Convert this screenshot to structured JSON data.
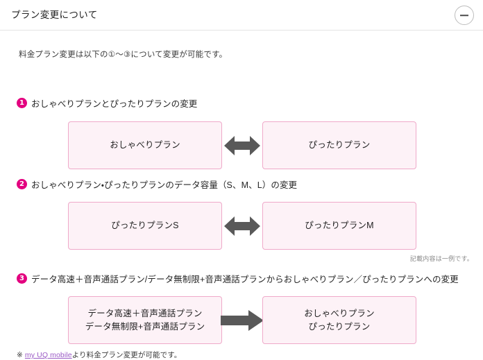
{
  "header": {
    "title": "プラン変更について",
    "toggle_icon": "minus-circle-icon"
  },
  "body": {
    "intro": "料金プラン変更は以下の①〜③について変更が可能です。",
    "right_note": "記載内容は一例です。",
    "footer": {
      "prefix": "※ ",
      "link_label": "my UQ mobile",
      "suffix": "より料金プラン変更が可能です。"
    }
  },
  "sections": [
    {
      "number": "❶",
      "badge_number": "1",
      "heading": "おしゃべりプランとぴったりプランの変更",
      "arrow": "double-arrow-icon",
      "left_box": [
        "おしゃべりプラン"
      ],
      "right_box": [
        "ぴったりプラン"
      ]
    },
    {
      "number": "❷",
      "badge_number": "2",
      "heading": "おしゃべりプラン・ぴったりプランのデータ容量（S、M、L）の変更",
      "arrow": "double-arrow-icon",
      "left_box": [
        "ぴったりプランS"
      ],
      "right_box": [
        "ぴったりプランM"
      ]
    },
    {
      "number": "❸",
      "badge_number": "3",
      "heading": "データ高速＋音声通話プラン/データ無制限+音声通話プランからおしゃべりプラン／ぴったりプランへの変更",
      "arrow": "right-arrow-icon",
      "left_box": [
        "データ高速＋音声通話プラン",
        "データ無制限+音声通話プラン"
      ],
      "right_box": [
        "おしゃべりプラン",
        "ぴったりプラン"
      ]
    }
  ],
  "colors": {
    "accent_magenta": "#e3007f",
    "box_border": "#efa9c9",
    "box_fill": "#fdf2f7",
    "arrow_gray": "#595959",
    "link_purple": "#9a59c5",
    "divider": "#e3e3e3"
  }
}
